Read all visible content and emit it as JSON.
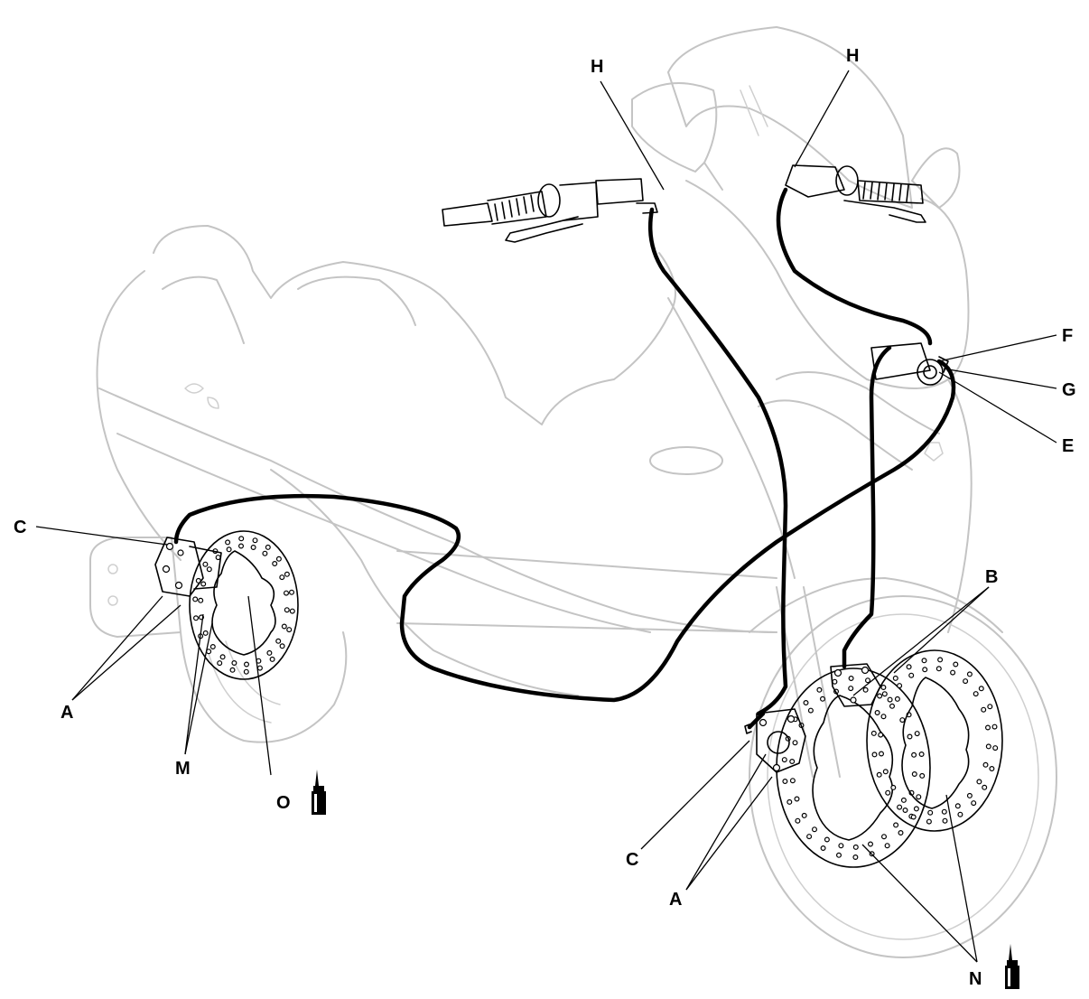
{
  "labels": {
    "H_left": "H",
    "H_right": "H",
    "F": "F",
    "G": "G",
    "E": "E",
    "B": "B",
    "C_rear": "C",
    "A_rear": "A",
    "M": "M",
    "O": "O",
    "C_front": "C",
    "A_front": "A",
    "N": "N"
  },
  "icons": {
    "lubricant_rear": "grease-tube-icon",
    "lubricant_front": "grease-tube-icon"
  },
  "colors": {
    "hose": "#000000",
    "ghost_outline": "#c4c4c4"
  }
}
